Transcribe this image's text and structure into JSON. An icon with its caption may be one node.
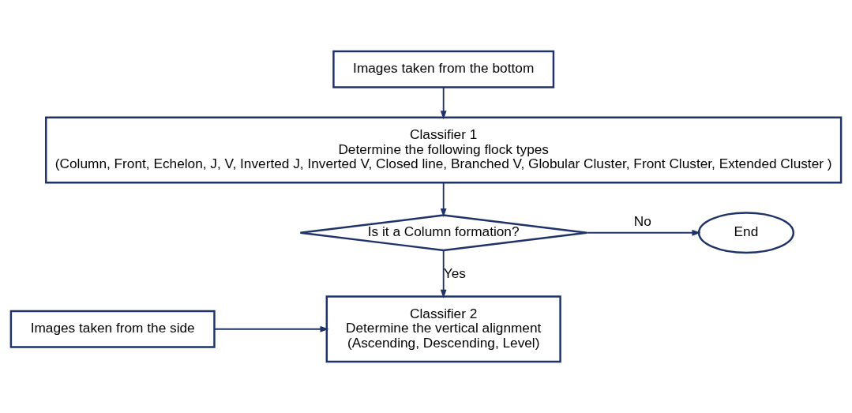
{
  "diagram": {
    "nodes": [
      {
        "text": [
          "Images taken from the bottom"
        ]
      },
      {
        "text": [
          "Classifier 1",
          "Determine the following flock types",
          "(Column, Front, Echelon, J, V, Inverted J, Inverted V, Closed line, Branched V, Globular Cluster, Front Cluster, Extended Cluster )"
        ]
      },
      {
        "text": [
          "Is it a Column formation?"
        ]
      },
      {
        "text": [
          "End"
        ]
      },
      {
        "text": [
          "Images taken from the side"
        ]
      },
      {
        "text": [
          "Classifier 2",
          "Determine the vertical alignment",
          "(Ascending, Descending, Level)"
        ]
      }
    ],
    "edges": [
      {
        "from": 0,
        "to": 1,
        "arrow": "to"
      },
      {
        "from": 1,
        "to": 2,
        "arrow": "to"
      },
      {
        "from": 2,
        "to": 3,
        "arrow": "to",
        "label": "No"
      },
      {
        "from": 2,
        "to": 5,
        "arrow": "to",
        "label": "Yes"
      },
      {
        "from": 4,
        "to": 5,
        "arrow": "to"
      }
    ]
  }
}
